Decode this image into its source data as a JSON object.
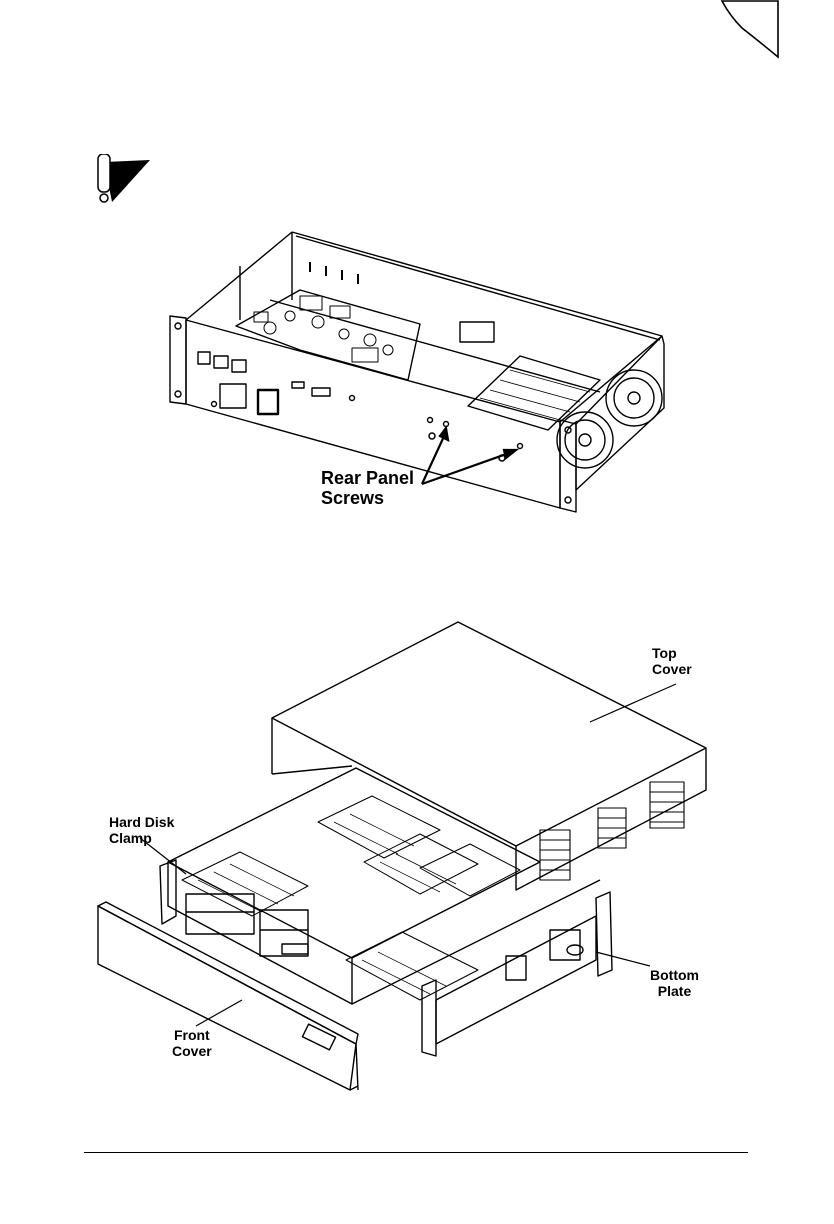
{
  "figure1": {
    "callout_line1": "Rear Panel",
    "callout_line2": "Screws"
  },
  "figure2": {
    "top_cover": {
      "line1": "Top",
      "line2": "Cover"
    },
    "hard_disk_clamp": {
      "line1": "Hard Disk",
      "line2": "Clamp"
    },
    "bottom_plate": {
      "line1": "Bottom",
      "line2": "Plate"
    },
    "front_cover": {
      "line1": "Front",
      "line2": "Cover"
    }
  },
  "icons": [
    "corner-fold-mark",
    "caution-icon"
  ]
}
